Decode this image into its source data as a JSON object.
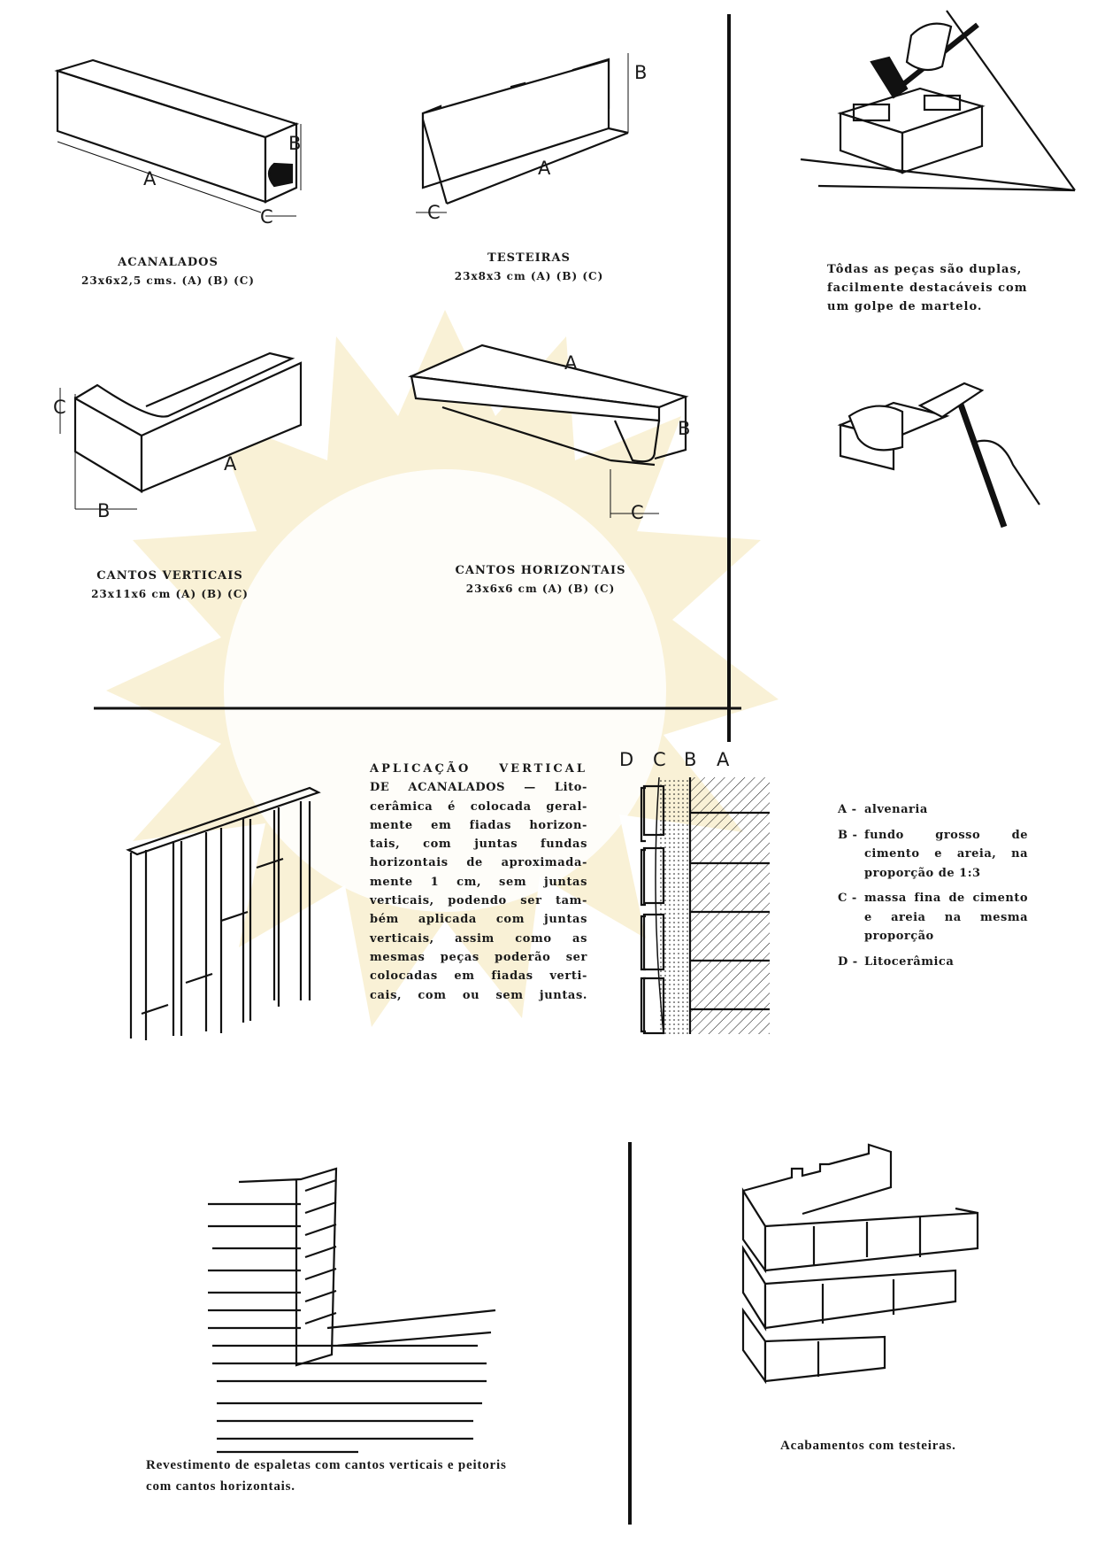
{
  "pieces": {
    "acanalados": {
      "title": "ACANALADOS",
      "dims": "23x6x2,5 cms. (A) (B) (C)"
    },
    "testeiras": {
      "title": "TESTEIRAS",
      "dims": "23x8x3 cm (A) (B) (C)"
    },
    "cantos_verticais": {
      "title": "CANTOS VERTICAIS",
      "dims": "23x11x6 cm (A) (B) (C)"
    },
    "cantos_horizontais": {
      "title": "CANTOS HORIZONTAIS",
      "dims": "23x6x6 cm (A) (B) (C)"
    }
  },
  "hammer_note": [
    "Tôdas as peças são duplas,",
    "facilmente destacáveis com",
    "um golpe de martelo."
  ],
  "application": {
    "lines": [
      "APLICAÇÃO VERTICAL",
      "DE ACANALADOS — Lito-",
      "cerâmica é colocada geral-",
      "mente em fiadas horizon-",
      "tais, com juntas fundas",
      "horizontais de aproximada-",
      "mente 1 cm, sem juntas",
      "verticais, podendo ser tam-",
      "bém aplicada com juntas",
      "verticais, assim como as",
      "mesmas peças poderão ser",
      "colocadas em fiadas verti-",
      "cais, com ou sem juntas."
    ]
  },
  "section_labels": [
    "D",
    "C",
    "B",
    "A"
  ],
  "dimension_labels": {
    "a": "A",
    "b": "B",
    "c": "C"
  },
  "legend": [
    {
      "key": "A -",
      "text": "alvenaria"
    },
    {
      "key": "B -",
      "text": "fundo grosso de cimento e areia, na proporção de 1:3"
    },
    {
      "key": "C -",
      "text": "massa fina de cimento e areia na mesma proporção"
    },
    {
      "key": "D -",
      "text": "Litocerâmica"
    }
  ],
  "captions": {
    "espaletas": [
      "Revestimento de espaletas com cantos verticais e peitoris",
      "com cantos horizontais."
    ],
    "acabamentos": "Acabamentos com testeiras."
  },
  "colors": {
    "ink": "#1a1a1a",
    "watermark": "#f7ecc8"
  }
}
